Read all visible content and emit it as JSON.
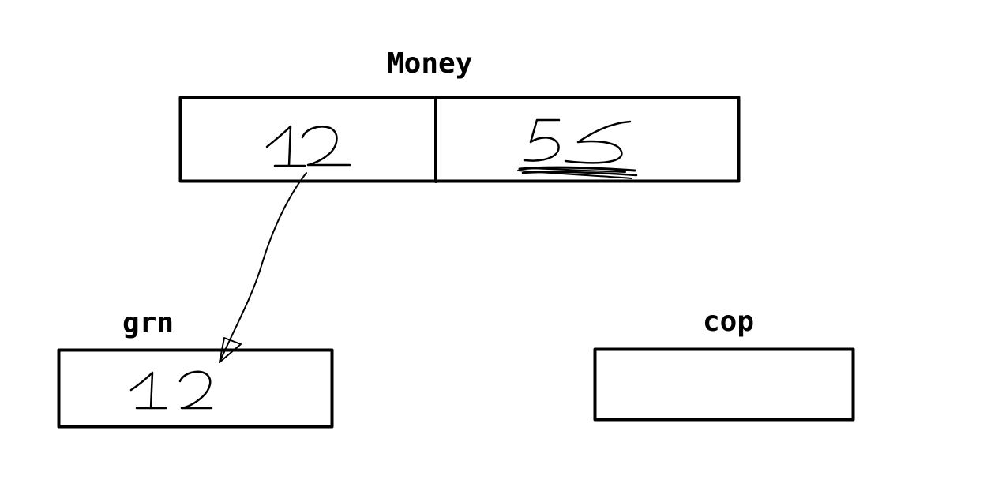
{
  "labels": {
    "money": "Money",
    "grn": "grn",
    "cop": "cop"
  },
  "money_struct": {
    "field_1_value": "12",
    "field_2_value": "55"
  },
  "grn_box": {
    "value": "12"
  },
  "cop_box": {
    "value": ""
  },
  "colors": {
    "ink": "#000000",
    "background": "#ffffff"
  }
}
